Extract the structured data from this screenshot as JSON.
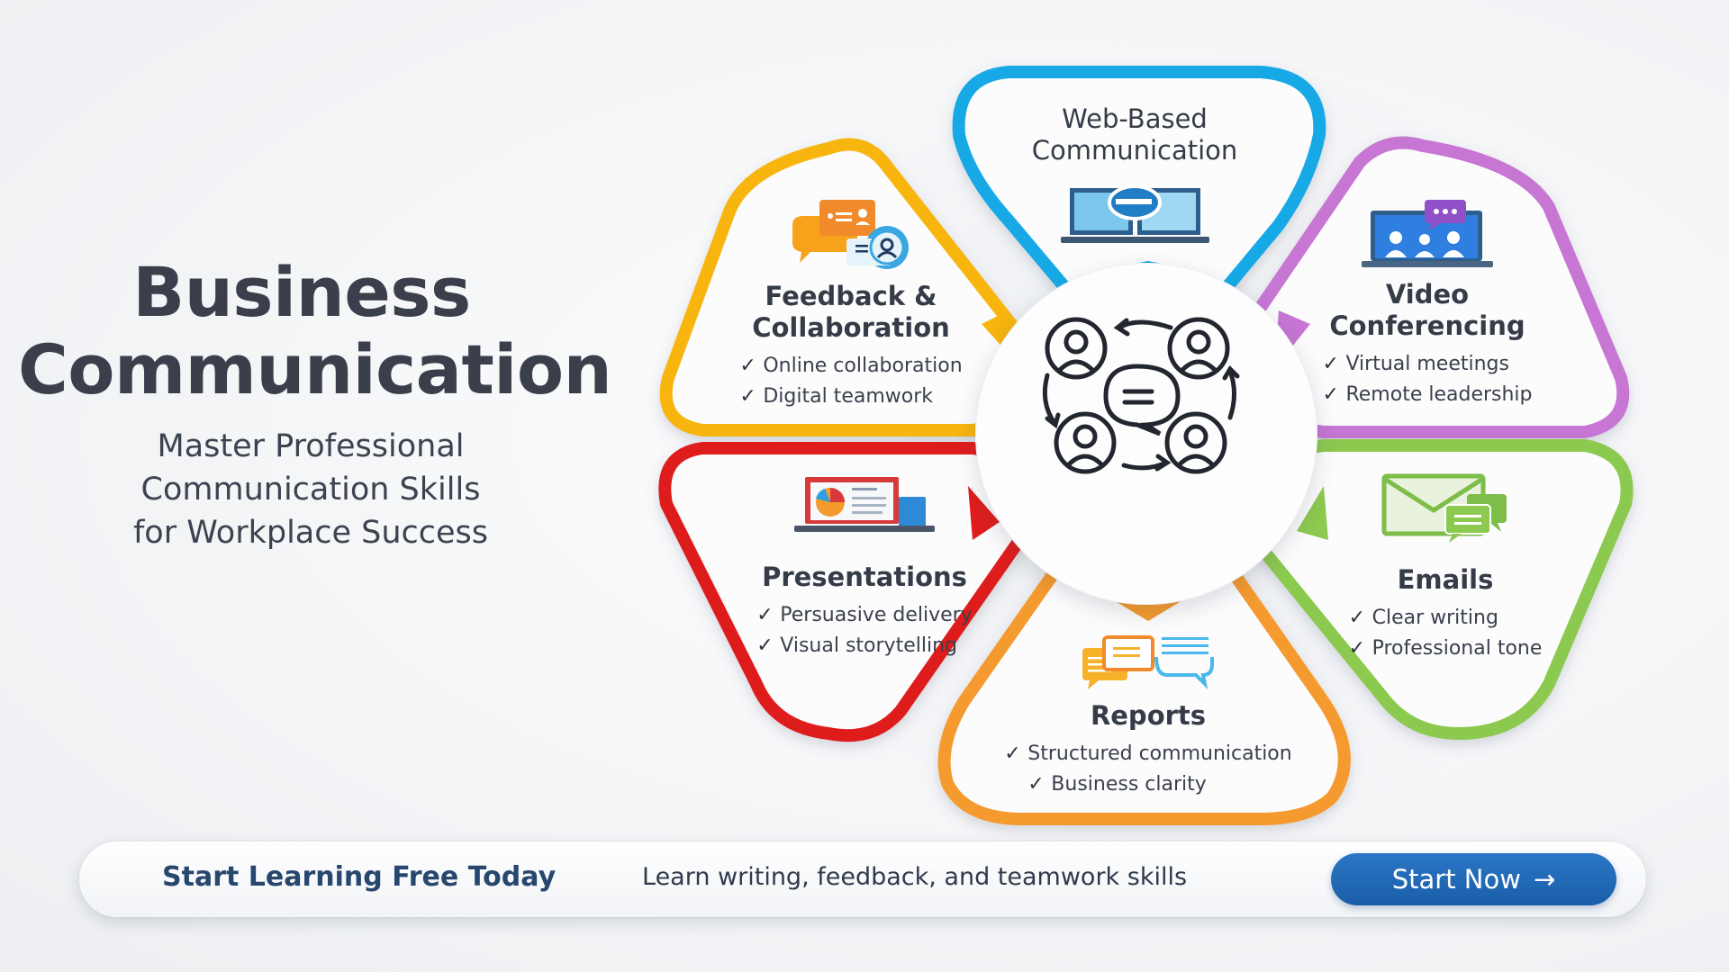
{
  "hero": {
    "title_line1": "Business",
    "title_line2": "Communication",
    "subtitle_line1": "Master Professional",
    "subtitle_line2": "Communication Skills",
    "subtitle_line3": "for Workplace Success"
  },
  "center": {
    "icon": "group-conversation-cycle-icon"
  },
  "petals": [
    {
      "id": "web",
      "title_line1": "Web-Based",
      "title_line2": "Communication",
      "icon": "laptop-browser-icon",
      "color": "#14a9e6",
      "items": []
    },
    {
      "id": "feedback",
      "title_line1": "Feedback &",
      "title_line2": "Collaboration",
      "icon": "chat-bubbles-profile-icon",
      "color": "#f7b50e",
      "items": [
        "Online collaboration",
        "Digital teamwork"
      ]
    },
    {
      "id": "video",
      "title_line1": "Video",
      "title_line2": "Conferencing",
      "icon": "video-call-laptop-icon",
      "color": "#c776d4",
      "items": [
        "Virtual meetings",
        "Remote leadership"
      ]
    },
    {
      "id": "presentations",
      "title_line1": "Presentations",
      "title_line2": "",
      "icon": "presentation-laptop-pie-chart-icon",
      "color": "#df1d1d",
      "items": [
        "Persuasive delivery",
        "Visual storytelling"
      ]
    },
    {
      "id": "emails",
      "title_line1": "Emails",
      "title_line2": "",
      "icon": "envelope-chat-icon",
      "color": "#8cc94f",
      "items": [
        "Clear writing",
        "Professional tone"
      ]
    },
    {
      "id": "reports",
      "title_line1": "Reports",
      "title_line2": "",
      "icon": "report-chat-bubbles-icon",
      "color": "#f59a2d",
      "items": [
        "Structured communication",
        "Business clarity"
      ]
    }
  ],
  "check_glyph": "✓",
  "banner": {
    "headline": "Start Learning Free Today",
    "text": "Learn writing, feedback, and teamwork skills",
    "cta_label": "Start Now",
    "cta_arrow": "→",
    "cta_color": "#1f67b3"
  }
}
